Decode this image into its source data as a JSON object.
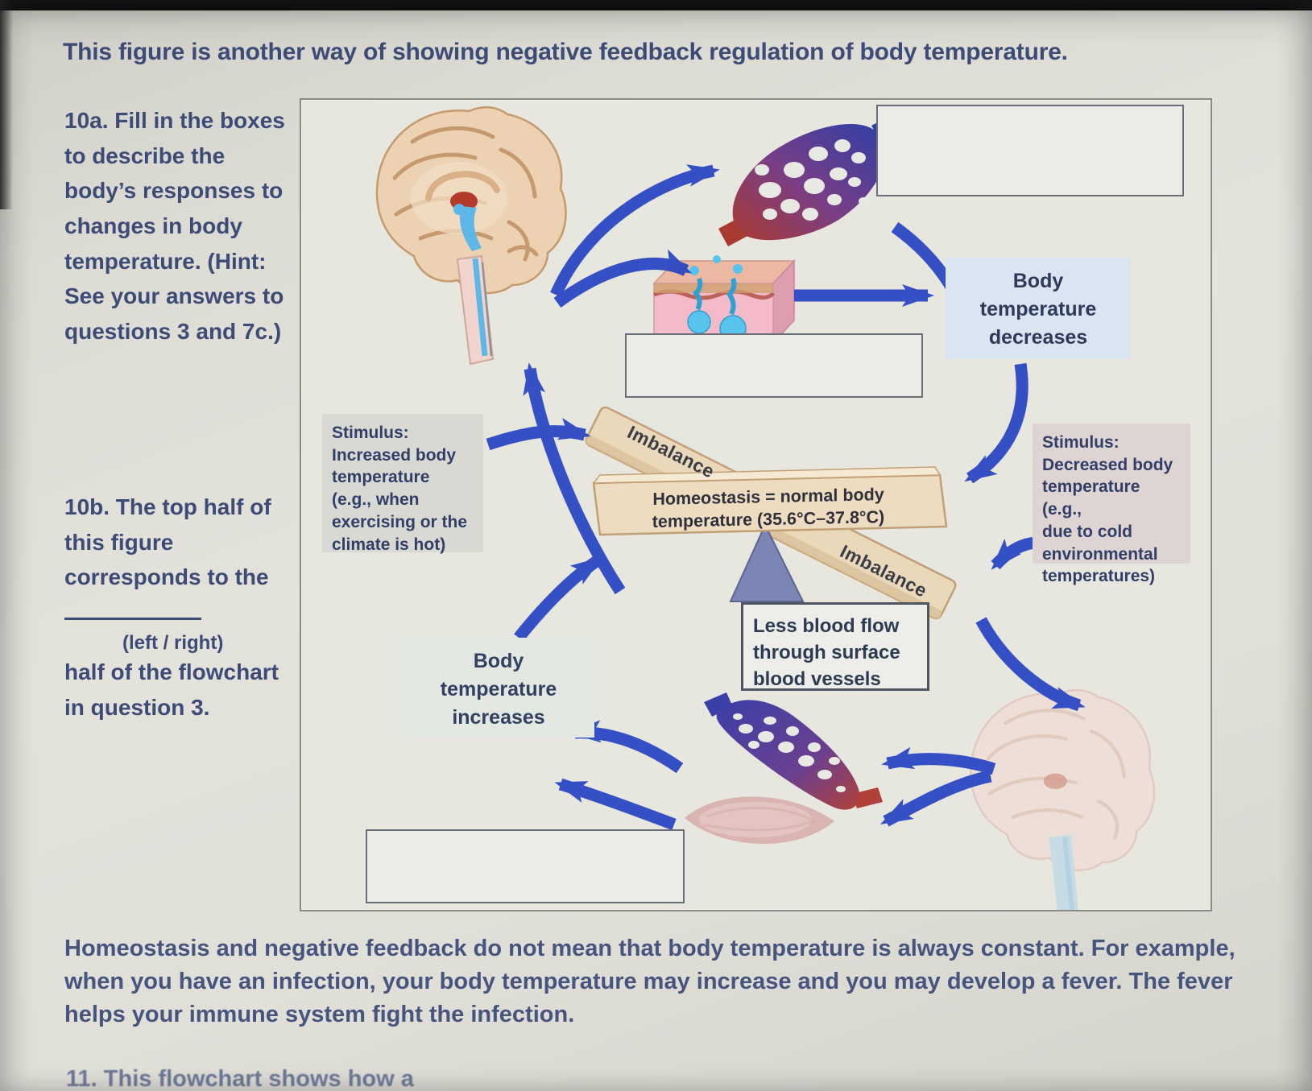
{
  "page": {
    "title": "This figure is another way of showing negative feedback regulation of body temperature.",
    "questions": {
      "q10a_number": "10a.",
      "q10a_text": " Fill in the boxes to describe the body’s responses to changes in body temperature. (Hint: See your answers to questions 3 and 7c.)",
      "q10b_number": "10b.",
      "q10b_text_before": " The top half of this figure corresponds to the ",
      "q10b_blank_hint": "(left / right)",
      "q10b_text_after": "half of the flowchart in question 3."
    },
    "footer": "Homeostasis and negative feedback do not mean that body temperature is always constant. For example, when you have an infection, your body temperature may increase and you may develop a fever. The fever helps your immune system fight the infection.",
    "footer_cutoff": "11. This flowchart shows how a"
  },
  "diagram": {
    "stimulus_left": "Stimulus:\nIncreased body\ntemperature\n(e.g., when\nexercising or the\nclimate is hot)",
    "stimulus_right": "Stimulus:\nDecreased body\ntemperature (e.g.,\ndue to cold\nenvironmental\ntemperatures)",
    "body_temperature_decreases": "Body\ntemperature\ndecreases",
    "body_temperature_increases": "Body\ntemperature\nincreases",
    "less_blood_flow": "Less blood flow\nthrough surface\nblood vessels",
    "homeostasis": "Homeostasis = normal body\ntemperature (35.6°C–37.8°C)",
    "imbalance_upper": "Imbalance",
    "imbalance_lower": "Imbalance",
    "colors": {
      "arrow_blue": "#2b49c3",
      "text_navy": "#3d4b76",
      "decrease_box_bg": "#dbe4f1",
      "plank_tan": "#ead8bb",
      "fulcrum_blue": "#7b86b4"
    }
  }
}
